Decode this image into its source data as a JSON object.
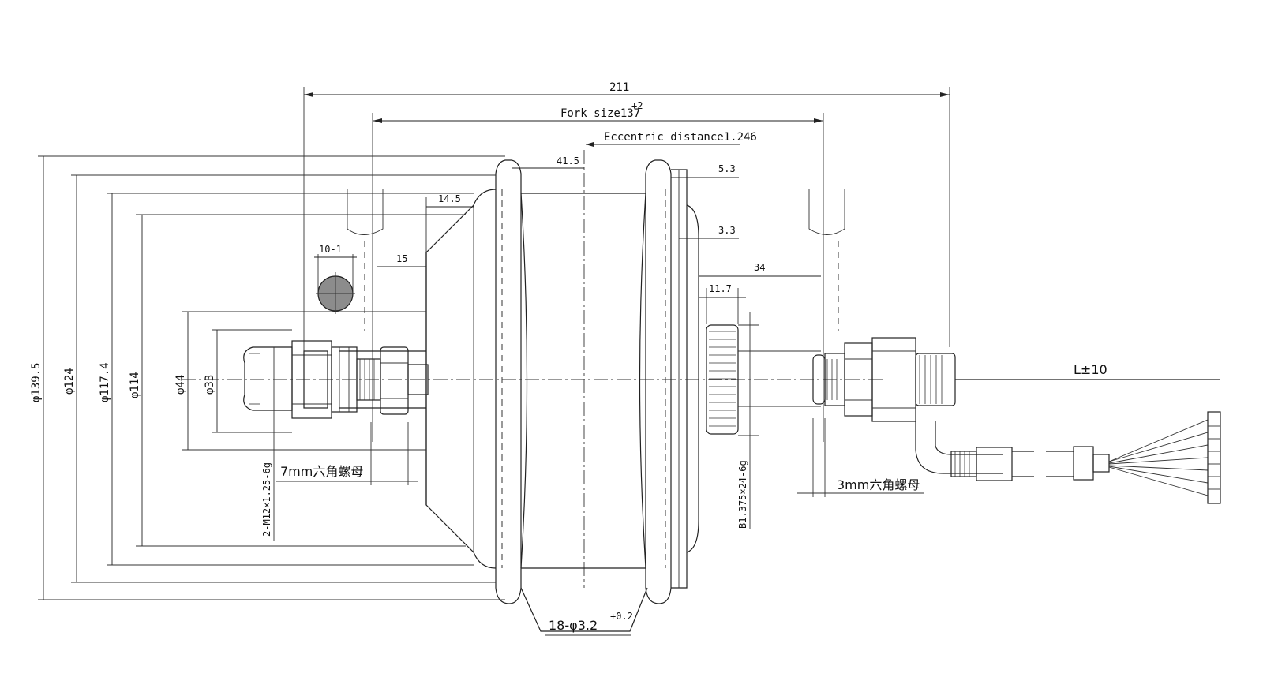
{
  "dimensions": {
    "overall_width": "211",
    "fork_size": "Fork size137",
    "fork_size_tol": "+2",
    "eccentric_distance": "Eccentric distance1.246",
    "hub_41_5": "41.5",
    "flange_5_3": "5.3",
    "flange_3_3": "3.3",
    "spacing_34": "34",
    "width_11_7": "11.7",
    "width_14_5": "14.5",
    "width_15": "15",
    "axle_flat": "10-1",
    "dia_139_5": "φ139.5",
    "dia_124": "φ124",
    "dia_117_4": "φ117.4",
    "dia_114": "φ114",
    "dia_44": "φ44",
    "dia_33": "φ33",
    "thread_axle": "2-M12×1.25-6g",
    "thread_freewheel": "B1.375×24-6g",
    "holes": "18-φ3.2",
    "holes_tol": "+0.2"
  },
  "notes": {
    "nut_left": "7mm六角螺母",
    "nut_right": "3mm六角螺母",
    "cable_length": "L±10"
  }
}
